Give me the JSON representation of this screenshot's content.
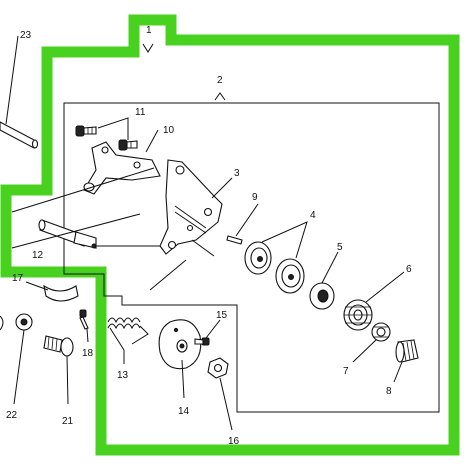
{
  "diagram": {
    "highlight_color": "#49d11f",
    "line_color": "#111111",
    "background": "#ffffff",
    "callouts": {
      "c1": "1",
      "c2": "2",
      "c3": "3",
      "c4": "4",
      "c5": "5",
      "c6": "6",
      "c7": "7",
      "c8": "8",
      "c9": "9",
      "c10": "10",
      "c11": "11",
      "c12": "12",
      "c13": "13",
      "c14": "14",
      "c15": "15",
      "c16": "16",
      "c17": "17",
      "c18": "18",
      "c21": "21",
      "c22": "22",
      "c23": "23"
    }
  }
}
